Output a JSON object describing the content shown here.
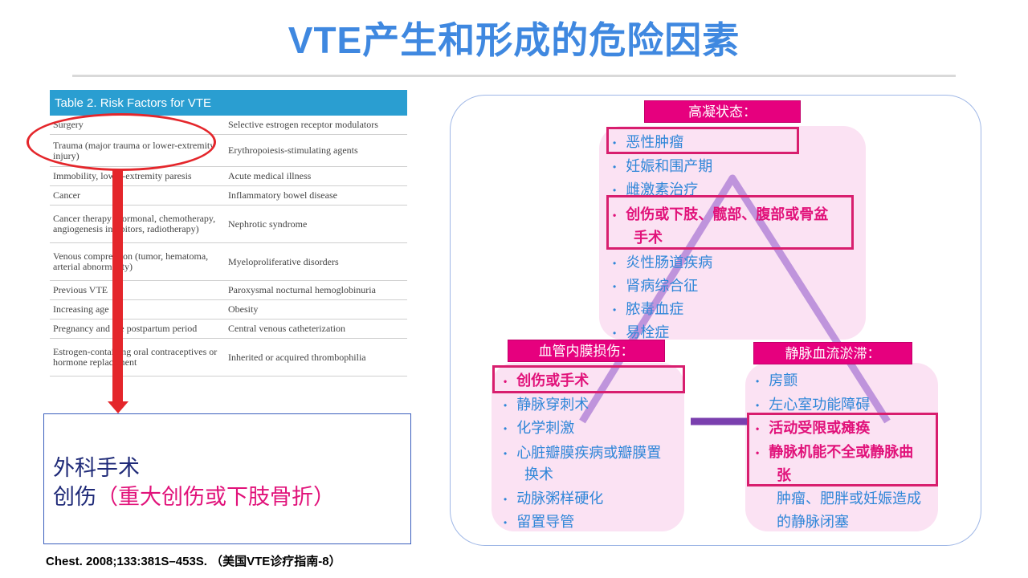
{
  "title": "VTE产生和形成的危险因素",
  "table": {
    "heading": "Table 2. Risk Factors for VTE",
    "rows": [
      [
        "Surgery",
        "Selective estrogen receptor modulators"
      ],
      [
        "Trauma (major trauma or lower-extremity injury)",
        "Erythropoiesis-stimulating agents"
      ],
      [
        "Immobility, lower-extremity paresis",
        "Acute medical illness"
      ],
      [
        "Cancer",
        "Inflammatory bowel disease"
      ],
      [
        "Cancer therapy (hormonal, chemotherapy, angiogenesis inhibitors, radiotherapy)",
        "Nephrotic syndrome"
      ],
      [
        "Venous compression (tumor, hematoma, arterial abnormality)",
        "Myeloproliferative disorders"
      ],
      [
        "Previous VTE",
        "Paroxysmal nocturnal hemoglobinuria"
      ],
      [
        "Increasing age",
        "Obesity"
      ],
      [
        "Pregnancy and the postpartum period",
        "Central venous catheterization"
      ],
      [
        "Estrogen-containing oral contraceptives or hormone replacement",
        "Inherited or acquired thrombophilia"
      ]
    ]
  },
  "summary": {
    "line1": "外科手术",
    "line2_prefix": "创伤",
    "line2_highlight": "（重大创伤或下肢骨折）"
  },
  "citation": "Chest. 2008;133:381S–453S. （美国VTE诊疗指南-8）",
  "diagram": {
    "hypercoag": {
      "header": "高凝状态：",
      "items": [
        "恶性肿瘤",
        "妊娠和围产期",
        "雌激素治疗",
        "创伤或下肢、髋部、腹部或骨盆",
        "手术",
        "炎性肠道疾病",
        "肾病综合征",
        "脓毒血症",
        "易栓症"
      ]
    },
    "endothelial": {
      "header": "血管内膜损伤：",
      "items": [
        "创伤或手术",
        "静脉穿刺术",
        "化学刺激",
        "心脏瓣膜疾病或瓣膜置",
        "换术",
        "动脉粥样硬化",
        "留置导管"
      ]
    },
    "stasis": {
      "header": "静脉血流淤滞：",
      "items": [
        "房颤",
        "左心室功能障碍",
        "活动受限或瘫痪",
        "静脉机能不全或静脉曲",
        "张",
        "肿瘤、肥胖或妊娠造成",
        "的静脉闭塞"
      ]
    },
    "bullet": "•",
    "colors": {
      "header_bg": "#e6007e",
      "panel_bg": "#fbe2f3",
      "item_text": "#2f86d8",
      "emphasis_text": "#e1127a",
      "triangle": "#8e54c9"
    }
  }
}
